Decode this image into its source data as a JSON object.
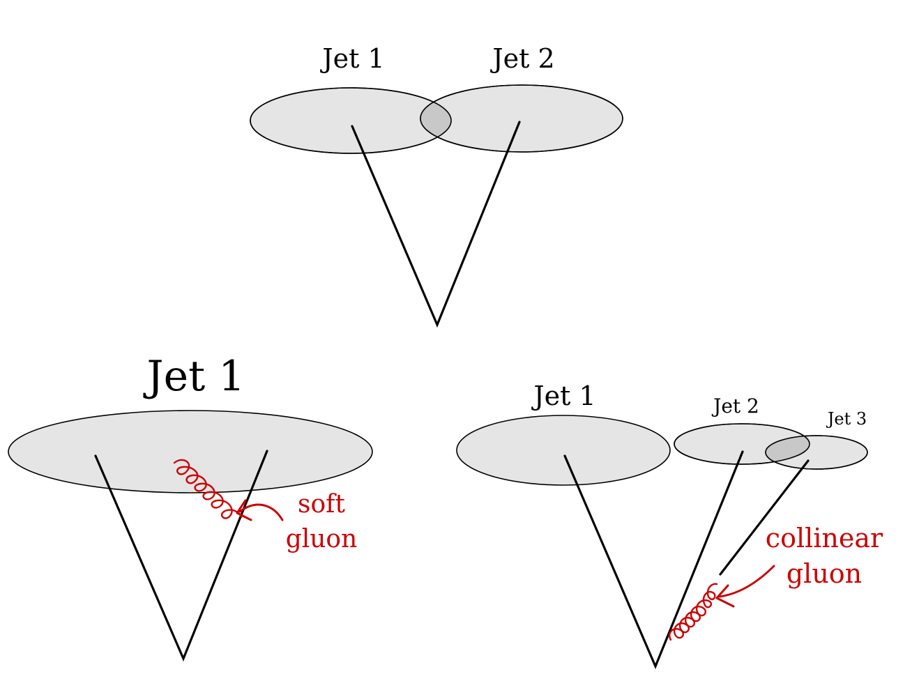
{
  "top_panel": {
    "jet1_label": "Jet 1",
    "jet2_label": "Jet 2"
  },
  "bottom_left_panel": {
    "jet1_label": "Jet 1",
    "gluon_label_line1": "soft",
    "gluon_label_line2": "gluon"
  },
  "bottom_right_panel": {
    "jet1_label": "Jet 1",
    "jet2_label": "Jet 2",
    "jet3_label": "Jet 3",
    "gluon_label_line1": "collinear",
    "gluon_label_line2": "gluon"
  },
  "colors": {
    "cone_fill": "#e5e5e5",
    "overlap_fill": "#c8c8c8",
    "gluon": "#cc0000",
    "lines": "#000000"
  }
}
